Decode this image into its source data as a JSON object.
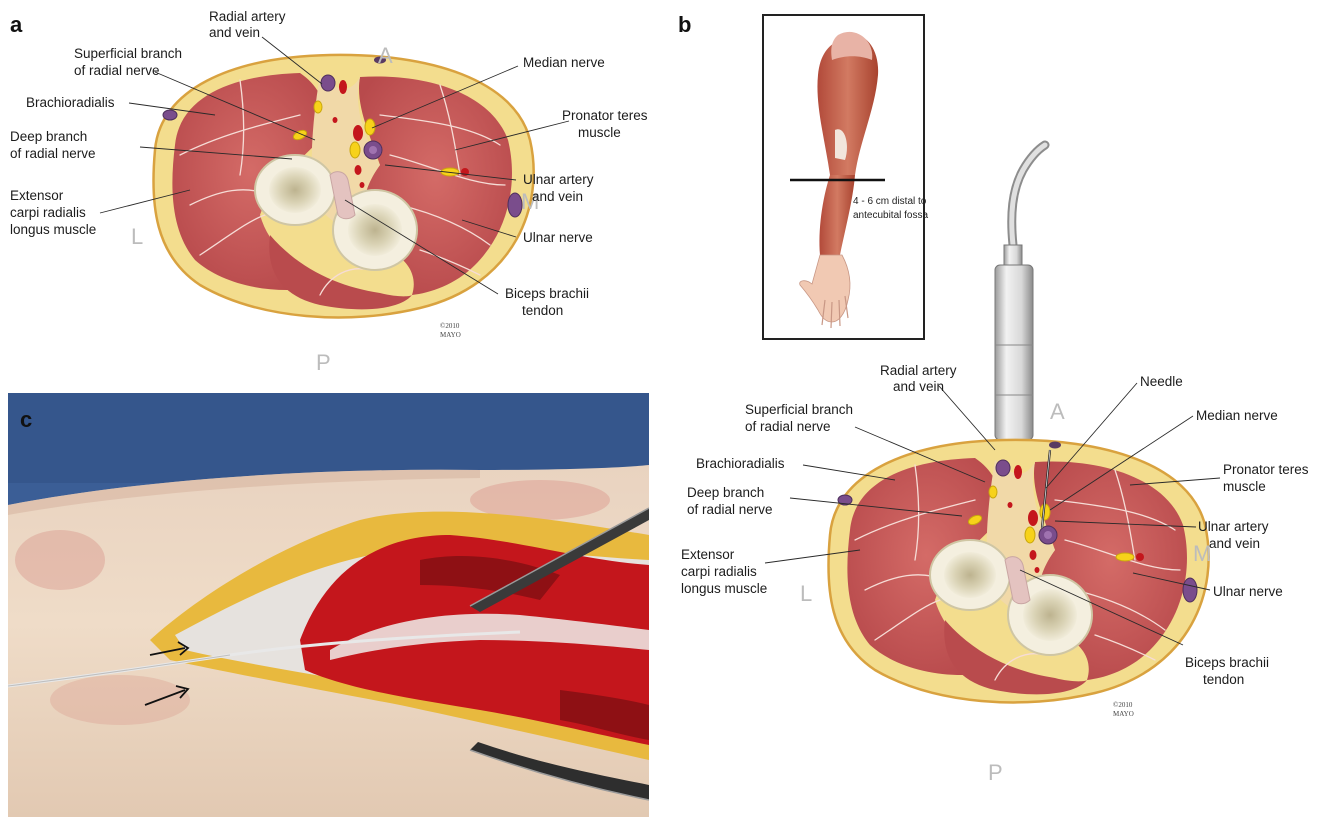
{
  "panels": {
    "a": {
      "label": "a",
      "orientation": {
        "anterior": "A",
        "posterior": "P",
        "lateral": "L",
        "medial": "M"
      },
      "labels": {
        "radial_artery_vein": [
          "Radial artery",
          "and vein"
        ],
        "superficial_branch": [
          "Superficial branch",
          "of radial nerve"
        ],
        "brachioradialis": [
          "Brachioradialis"
        ],
        "deep_branch": [
          "Deep branch",
          "of radial nerve"
        ],
        "ecrl": [
          "Extensor",
          "carpi radialis",
          "longus muscle"
        ],
        "median_nerve": [
          "Median nerve"
        ],
        "pronator_teres": [
          "Pronator teres",
          "muscle"
        ],
        "ulnar_artery_vein": [
          "Ulnar artery",
          "and vein"
        ],
        "ulnar_nerve": [
          "Ulnar nerve"
        ],
        "biceps_tendon": [
          "Biceps brachii",
          "tendon"
        ]
      },
      "copyright": [
        "©2010",
        "MAYO"
      ]
    },
    "b": {
      "label": "b",
      "orientation": {
        "anterior": "A",
        "posterior": "P",
        "lateral": "L",
        "medial": "M"
      },
      "inset_caption": [
        "4 - 6 cm distal to",
        "antecubital fossa"
      ],
      "labels": {
        "radial_artery_vein": [
          "Radial artery",
          "and vein"
        ],
        "needle": [
          "Needle"
        ],
        "superficial_branch": [
          "Superficial branch",
          "of radial nerve"
        ],
        "median_nerve": [
          "Median nerve"
        ],
        "brachioradialis": [
          "Brachioradialis"
        ],
        "pronator_teres": [
          "Pronator teres",
          "muscle"
        ],
        "deep_branch": [
          "Deep branch",
          "of radial nerve"
        ],
        "ulnar_artery_vein": [
          "Ulnar artery",
          "and vein"
        ],
        "ecrl": [
          "Extensor",
          "carpi radialis",
          "longus muscle"
        ],
        "ulnar_nerve": [
          "Ulnar nerve"
        ],
        "biceps_tendon": [
          "Biceps brachii",
          "tendon"
        ]
      },
      "copyright": [
        "©2010",
        "MAYO"
      ]
    },
    "c": {
      "label": "c"
    }
  },
  "colors": {
    "fat": "#f3dd8e",
    "muscle": "#c75a5a",
    "skin_outline": "#d9a23f",
    "artery": "#c4161c",
    "vein": "#7a4d8c",
    "nerve": "#f7d21a",
    "bone": "#e8e2cc",
    "drape": "#3b5e96"
  }
}
